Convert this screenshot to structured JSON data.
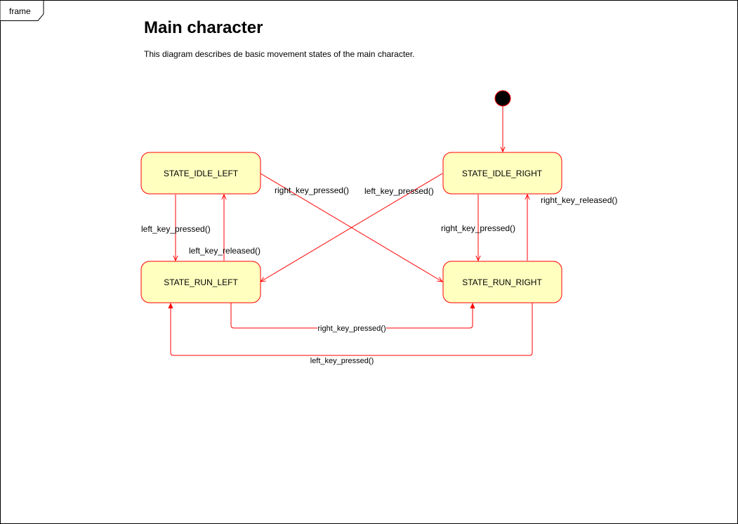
{
  "frame": {
    "label": "frame"
  },
  "title": "Main character",
  "description": "This diagram describes de basic movement states of the main character.",
  "colors": {
    "state_fill": "#ffffc0",
    "state_stroke": "#ff0000",
    "edge": "#ff0000",
    "initial": "#000000"
  },
  "states": {
    "idle_left": "STATE_IDLE_LEFT",
    "idle_right": "STATE_IDLE_RIGHT",
    "run_left": "STATE_RUN_LEFT",
    "run_right": "STATE_RUN_RIGHT"
  },
  "transitions": {
    "idle_left_to_run_right": "right_key_pressed()",
    "idle_right_to_run_left": "left_key_pressed()",
    "idle_left_to_run_left": "left_key_pressed()",
    "run_left_to_idle_left": "left_key_released()",
    "idle_right_to_run_right": "right_key_pressed()",
    "run_right_to_idle_right": "right_key_released()",
    "run_left_to_run_right": "right_key_pressed()",
    "run_right_to_run_left": "left_key_pressed()"
  }
}
